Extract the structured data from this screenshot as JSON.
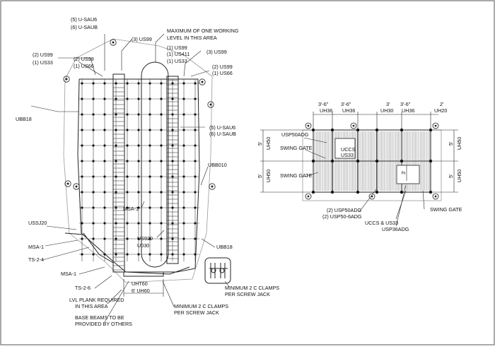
{
  "colors": {
    "line": "#222222",
    "background": "#ffffff",
    "border": "#555555"
  },
  "left": {
    "labels": {
      "sau6_top": "(5) U-SAU6",
      "saub_top": "(6) U-SAUB",
      "us99_a": "(3) US99",
      "max1": "MAXIMUM OF ONE WORKING",
      "max2": "LEVEL IN THIS AREA",
      "us99_l": "(2) US99",
      "us33_l": "(1) US33",
      "us99_l2": "(2) US99",
      "us66_l": "(1) US66",
      "us99_c": "(1) US99",
      "us411_c": "(1) US411",
      "us33_c": "(1) US33",
      "us99_r": "(3) US99",
      "us99_r2": "(2) US99",
      "us66_r": "(1) US66",
      "ubb18_l": "UBB18",
      "sau6_r": "(5) U-SAU6",
      "saub_r": "(6) U-SAUB",
      "ubb010": "UBB010",
      "msa1_c": "MSA-1",
      "ussj20": "USSJ20",
      "us920": "US920",
      "u030": "U030",
      "ubb18_r": "UBB18",
      "msa1_l": "MSA-1",
      "ts24": "TS-2-4",
      "msa1_b": "MSA-1",
      "ts26": "TS-2-6",
      "uht60": "UHT60",
      "uh60": "6' UH60",
      "lvl1": "LVL PLANK REQUIRED",
      "lvl2": "IN THIS AREA",
      "base1": "BASE BEAMS TO BE",
      "base2": "PROVIDED BY OTHERS",
      "minA1": "MINIMUM 2 C CLAMPS",
      "minA2": "PER SCREW JACK",
      "minB1": "MINIMUM 2 C CLAMPS",
      "minB2": "PER SCREW JACK"
    }
  },
  "right": {
    "dims": {
      "d1": "3'-6\"",
      "h1": "UH36",
      "d2": "3'-6\"",
      "h2": "UH36",
      "d3": "3'",
      "h3": "UH30",
      "d4": "3'-6\"",
      "h4": "UH36",
      "d5": "2'",
      "h5": "UH20",
      "lv1": "5'",
      "lh1": "UH50",
      "lv2": "5'",
      "lh2": "UH50",
      "rv1": "5'",
      "rh1": "UH50",
      "rv2": "5'",
      "rh2": "UH50",
      "inner": "3'"
    },
    "labels": {
      "usp50adg": "USP50ADG",
      "swing1": "SWING GATE",
      "uccs": "UCCS",
      "us33": "US33",
      "swing2": "SWING GATE",
      "usp50adg2": "(2) USP50ADG",
      "usp506": "(2) USP50-6ADG",
      "uccsus33": "UCCS & US33",
      "swing3": "SWING GATE",
      "usp36": "USP36ADG"
    }
  }
}
